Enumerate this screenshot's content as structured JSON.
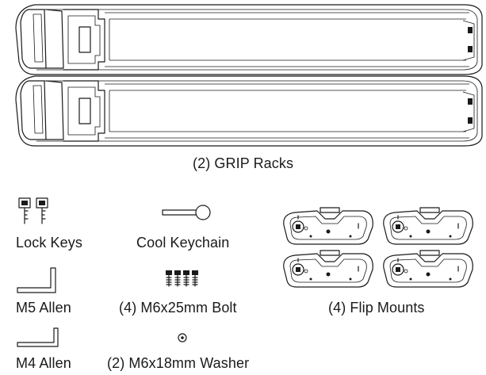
{
  "title": "",
  "parts": {
    "racks": "(2) GRIP Racks",
    "lock_keys": "Lock Keys",
    "keychain": "Cool Keychain",
    "flip_mounts": "(4) Flip Mounts",
    "m5_allen": "M5 Allen",
    "bolts": "(4) M6x25mm Bolt",
    "m4_allen": "M4 Allen",
    "washers": "(2) M6x18mm Washer"
  },
  "icons": [
    "rack-icon",
    "lock-key-icon",
    "keychain-icon",
    "flip-mount-icon",
    "allen-wrench-icon",
    "bolt-icon",
    "washer-icon"
  ]
}
